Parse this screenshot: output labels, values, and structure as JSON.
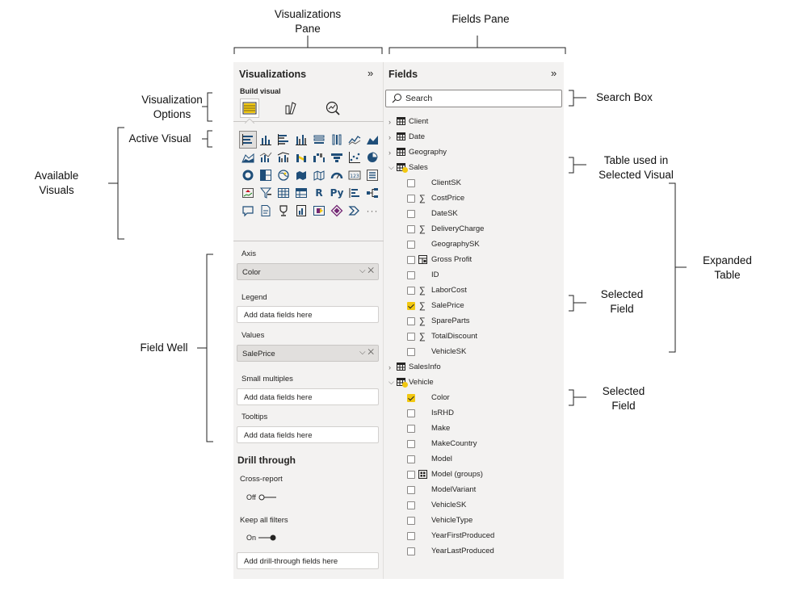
{
  "annotations": {
    "visualizations_pane": [
      "Visualizations",
      "Pane"
    ],
    "fields_pane": "Fields Pane",
    "visualization_options": [
      "Visualization",
      "Options"
    ],
    "active_visual": "Active Visual",
    "available_visuals": [
      "Available",
      "Visuals"
    ],
    "field_well": "Field Well",
    "search_box": "Search Box",
    "table_used": [
      "Table used in",
      "Selected Visual"
    ],
    "expanded_table": [
      "Expanded",
      "Table"
    ],
    "selected_field_1": [
      "Selected",
      "Field"
    ],
    "selected_field_2": [
      "Selected",
      "Field"
    ]
  },
  "viz_pane": {
    "title": "Visualizations",
    "build_visual": "Build visual",
    "wells": {
      "axis": {
        "label": "Axis",
        "value": "Color"
      },
      "legend": {
        "label": "Legend",
        "placeholder": "Add data fields here"
      },
      "values": {
        "label": "Values",
        "value": "SalePrice"
      },
      "small_multiples": {
        "label": "Small multiples",
        "placeholder": "Add data fields here"
      },
      "tooltips": {
        "label": "Tooltips",
        "placeholder": "Add data fields here"
      }
    },
    "drill_through": {
      "title": "Drill through",
      "cross_report": "Cross-report",
      "cross_report_state": "Off",
      "keep_all_filters": "Keep all filters",
      "keep_all_filters_state": "On",
      "placeholder": "Add drill-through fields here"
    },
    "visual_icons": [
      "stacked-bar",
      "stacked-column",
      "clustered-bar",
      "clustered-column",
      "100-stacked-bar",
      "100-stacked-column",
      "line",
      "area",
      "stacked-area",
      "line-stacked-column",
      "line-clustered-column",
      "ribbon",
      "waterfall",
      "funnel",
      "scatter",
      "pie",
      "donut",
      "treemap",
      "map",
      "filled-map",
      "shape-map",
      "gauge",
      "card",
      "multi-row-card",
      "kpi",
      "slicer",
      "table",
      "matrix",
      "r-visual",
      "python-visual",
      "key-influencers",
      "decomposition-tree",
      "qa",
      "smart-narrative",
      "metrics",
      "paginated-report",
      "power-apps",
      "power-automate",
      "more"
    ],
    "text_icons": {
      "card": "123",
      "r": "R",
      "py": "Py",
      "more": "···"
    }
  },
  "fields_pane": {
    "title": "Fields",
    "search_placeholder": "Search",
    "tables": {
      "client": "Client",
      "date": "Date",
      "geography": "Geography",
      "sales": "Sales",
      "salesinfo": "SalesInfo",
      "vehicle": "Vehicle"
    },
    "sales_fields": [
      {
        "label": "ClientSK",
        "type": "plain",
        "checked": false
      },
      {
        "label": "CostPrice",
        "type": "sum",
        "checked": false
      },
      {
        "label": "DateSK",
        "type": "plain",
        "checked": false
      },
      {
        "label": "DeliveryCharge",
        "type": "sum",
        "checked": false
      },
      {
        "label": "GeographySK",
        "type": "plain",
        "checked": false
      },
      {
        "label": "Gross Profit",
        "type": "calc",
        "checked": false
      },
      {
        "label": "ID",
        "type": "plain",
        "checked": false
      },
      {
        "label": "LaborCost",
        "type": "sum",
        "checked": false
      },
      {
        "label": "SalePrice",
        "type": "sum",
        "checked": true
      },
      {
        "label": "SpareParts",
        "type": "sum",
        "checked": false
      },
      {
        "label": "TotalDiscount",
        "type": "sum",
        "checked": false
      },
      {
        "label": "VehicleSK",
        "type": "plain",
        "checked": false
      }
    ],
    "vehicle_fields": [
      {
        "label": "Color",
        "type": "plain",
        "checked": true
      },
      {
        "label": "IsRHD",
        "type": "plain",
        "checked": false
      },
      {
        "label": "Make",
        "type": "plain",
        "checked": false
      },
      {
        "label": "MakeCountry",
        "type": "plain",
        "checked": false
      },
      {
        "label": "Model",
        "type": "plain",
        "checked": false
      },
      {
        "label": "Model (groups)",
        "type": "group",
        "checked": false
      },
      {
        "label": "ModelVariant",
        "type": "plain",
        "checked": false
      },
      {
        "label": "VehicleSK",
        "type": "plain",
        "checked": false
      },
      {
        "label": "VehicleType",
        "type": "plain",
        "checked": false
      },
      {
        "label": "YearFirstProduced",
        "type": "plain",
        "checked": false
      },
      {
        "label": "YearLastProduced",
        "type": "plain",
        "checked": false
      }
    ]
  },
  "colors": {
    "pane_bg": "#f3f2f1",
    "checked": "#f2c811",
    "accent": "#1f4e79"
  }
}
